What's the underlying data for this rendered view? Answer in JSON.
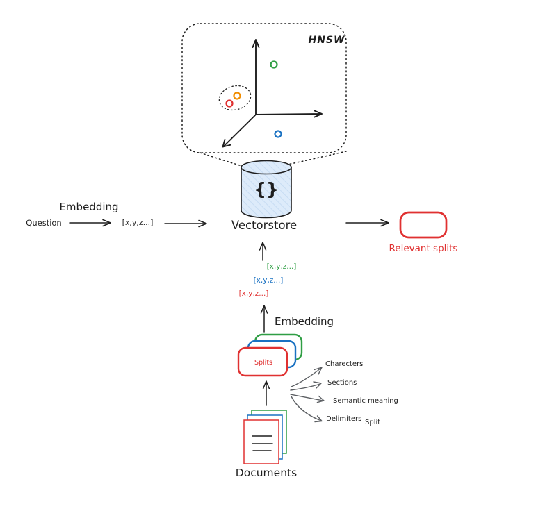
{
  "colors": {
    "ink": "#1e1e1e",
    "red": "#e03131",
    "green": "#2f9e44",
    "blue": "#1971c2",
    "orange": "#f08c00",
    "gray": "#5c5f63",
    "cylinder_fill": "#ddebfa",
    "cylinder_hatch": "#c2d9f1"
  },
  "hnsw_panel": {
    "label": "HNSW"
  },
  "vectorstore": {
    "glyph": "{}",
    "label": "Vectorstore"
  },
  "query_flow": {
    "question_label": "Question",
    "embedding_label": "Embedding",
    "vector_label": "[x,y,z...]"
  },
  "retrieval": {
    "result_label": "Relevant splits"
  },
  "ingestion": {
    "embedding_label": "Embedding",
    "vectors": [
      "[x,y,z...]",
      "[x,y,z...]",
      "[x,y,z...]"
    ],
    "splits_label": "Splits",
    "split_methods": [
      "Charecters",
      "Sections",
      "Semantic meaning",
      "Delimiters"
    ],
    "split_tag": "Split",
    "documents_label": "Documents"
  }
}
